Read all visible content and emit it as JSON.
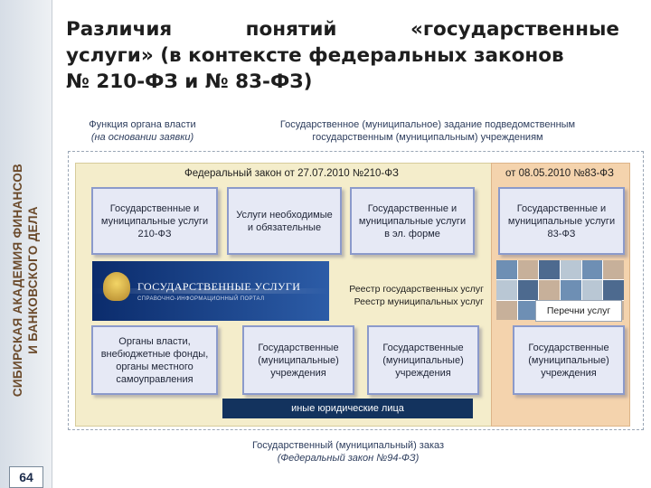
{
  "sidebar": {
    "org_line1": "СИБИРСКАЯ АКАДЕМИЯ ФИНАНСОВ",
    "org_line2": "И БАНКОВСКОГО ДЕЛА",
    "page_number": "64"
  },
  "title": {
    "line1_words": [
      "Различия",
      "понятий",
      "«государственные"
    ],
    "line2": "услуги» (в контексте федеральных законов",
    "line3": "№ 210-ФЗ и № 83-ФЗ)"
  },
  "diagram": {
    "header_left": {
      "line1": "Функция органа власти",
      "line2": "(на основании заявки)"
    },
    "header_right": {
      "line1": "Государственное (муниципальное) задание подведомственным",
      "line2": "государственным (муниципальным) учреждениям"
    },
    "law_210": "Федеральный закон от 27.07.2010 №210-ФЗ",
    "law_83": "от 08.05.2010 №83-ФЗ",
    "top_cards": [
      "Государственные и муниципальные услуги 210-ФЗ",
      "Услуги необходимые и обязательные",
      "Государственные и муниципальные услуги в эл. форме",
      "Государственные и муниципальные услуги 83-ФЗ"
    ],
    "banner": {
      "title": "ГОСУДАРСТВЕННЫЕ УСЛУГИ",
      "subtitle": "СПРАВОЧНО-ИНФОРМАЦИОННЫЙ ПОРТАЛ"
    },
    "registry": {
      "line1": "Реестр государственных услуг",
      "line2": "Реестр муниципальных услуг"
    },
    "perechni": "Перечни услуг",
    "bottom_cards": [
      "Органы власти, внебюджетные фонды, органы местного самоуправления",
      "Государственные (муниципальные) учреждения",
      "Государственные (муниципальные) учреждения",
      "Государственные (муниципальные) учреждения"
    ],
    "other_entities": "иные юридические лица",
    "footer": {
      "line1": "Государственный (муниципальный) заказ",
      "line2": "(Федеральный закон №94-ФЗ)"
    }
  },
  "colors": {
    "panel_210": "#f4edcb",
    "panel_83": "#f4d3ad",
    "card_fill": "#e6e9f5",
    "card_border": "#8b9acb",
    "dark_bar": "#13335e",
    "banner_blue": "#0b2c6c"
  }
}
